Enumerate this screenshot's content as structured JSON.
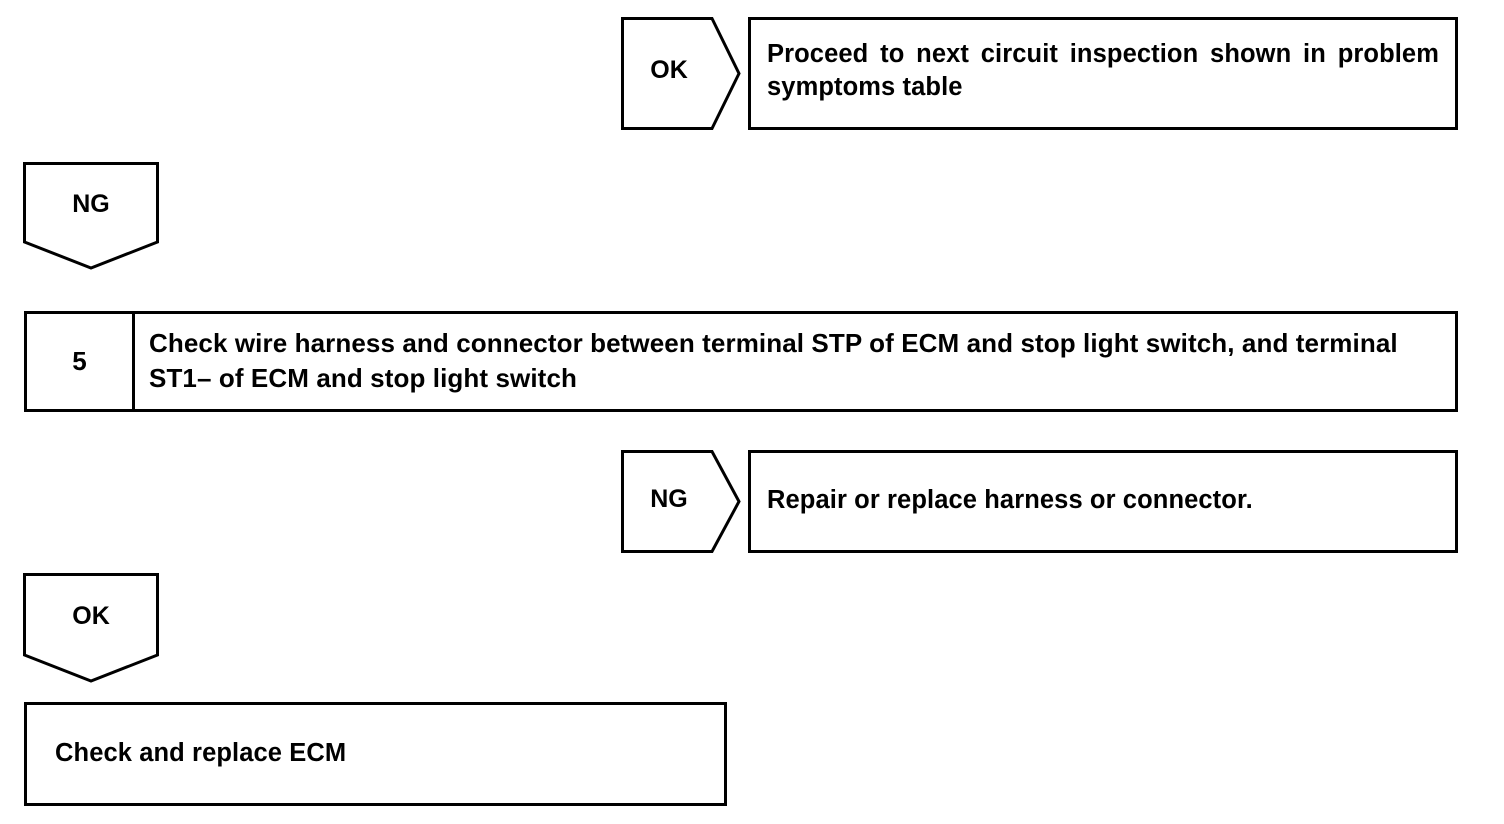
{
  "document": {
    "kind": "troubleshooting-flowchart",
    "ink_color": "#000000",
    "paper_color": "#ffffff"
  },
  "nodes": {
    "ok_arrow_top": {
      "label": "OK",
      "shape": "right-pointing-arrow-tag"
    },
    "proceed_box": {
      "text": "Proceed to next circuit inspection shown in problem symptoms table"
    },
    "ng_pentagon": {
      "label": "NG",
      "shape": "down-pointing-pentagon-tag"
    },
    "step5": {
      "number": "5",
      "text": "Check wire harness and connector between terminal STP of ECM and stop light switch, and terminal ST1– of ECM and stop light switch"
    },
    "ng_arrow": {
      "label": "NG",
      "shape": "right-pointing-arrow-tag"
    },
    "repair_box": {
      "text": "Repair or replace harness or connector."
    },
    "ok_pentagon": {
      "label": "OK",
      "shape": "down-pointing-pentagon-tag"
    },
    "ecm_box": {
      "text": "Check and replace ECM"
    }
  }
}
